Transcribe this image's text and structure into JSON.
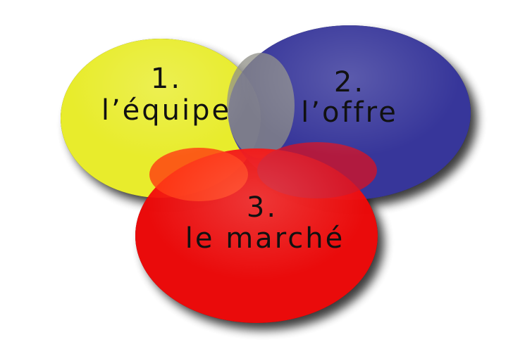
{
  "diagram": {
    "type": "venn",
    "circles": [
      {
        "id": "equipe",
        "number": "1.",
        "label": "l’équipe",
        "color": "#e8ec2c"
      },
      {
        "id": "offre",
        "number": "2.",
        "label": "l’offre",
        "color": "#3b3aa6"
      },
      {
        "id": "marche",
        "number": "3.",
        "label": "le marché",
        "color": "#f20a0a"
      }
    ]
  }
}
